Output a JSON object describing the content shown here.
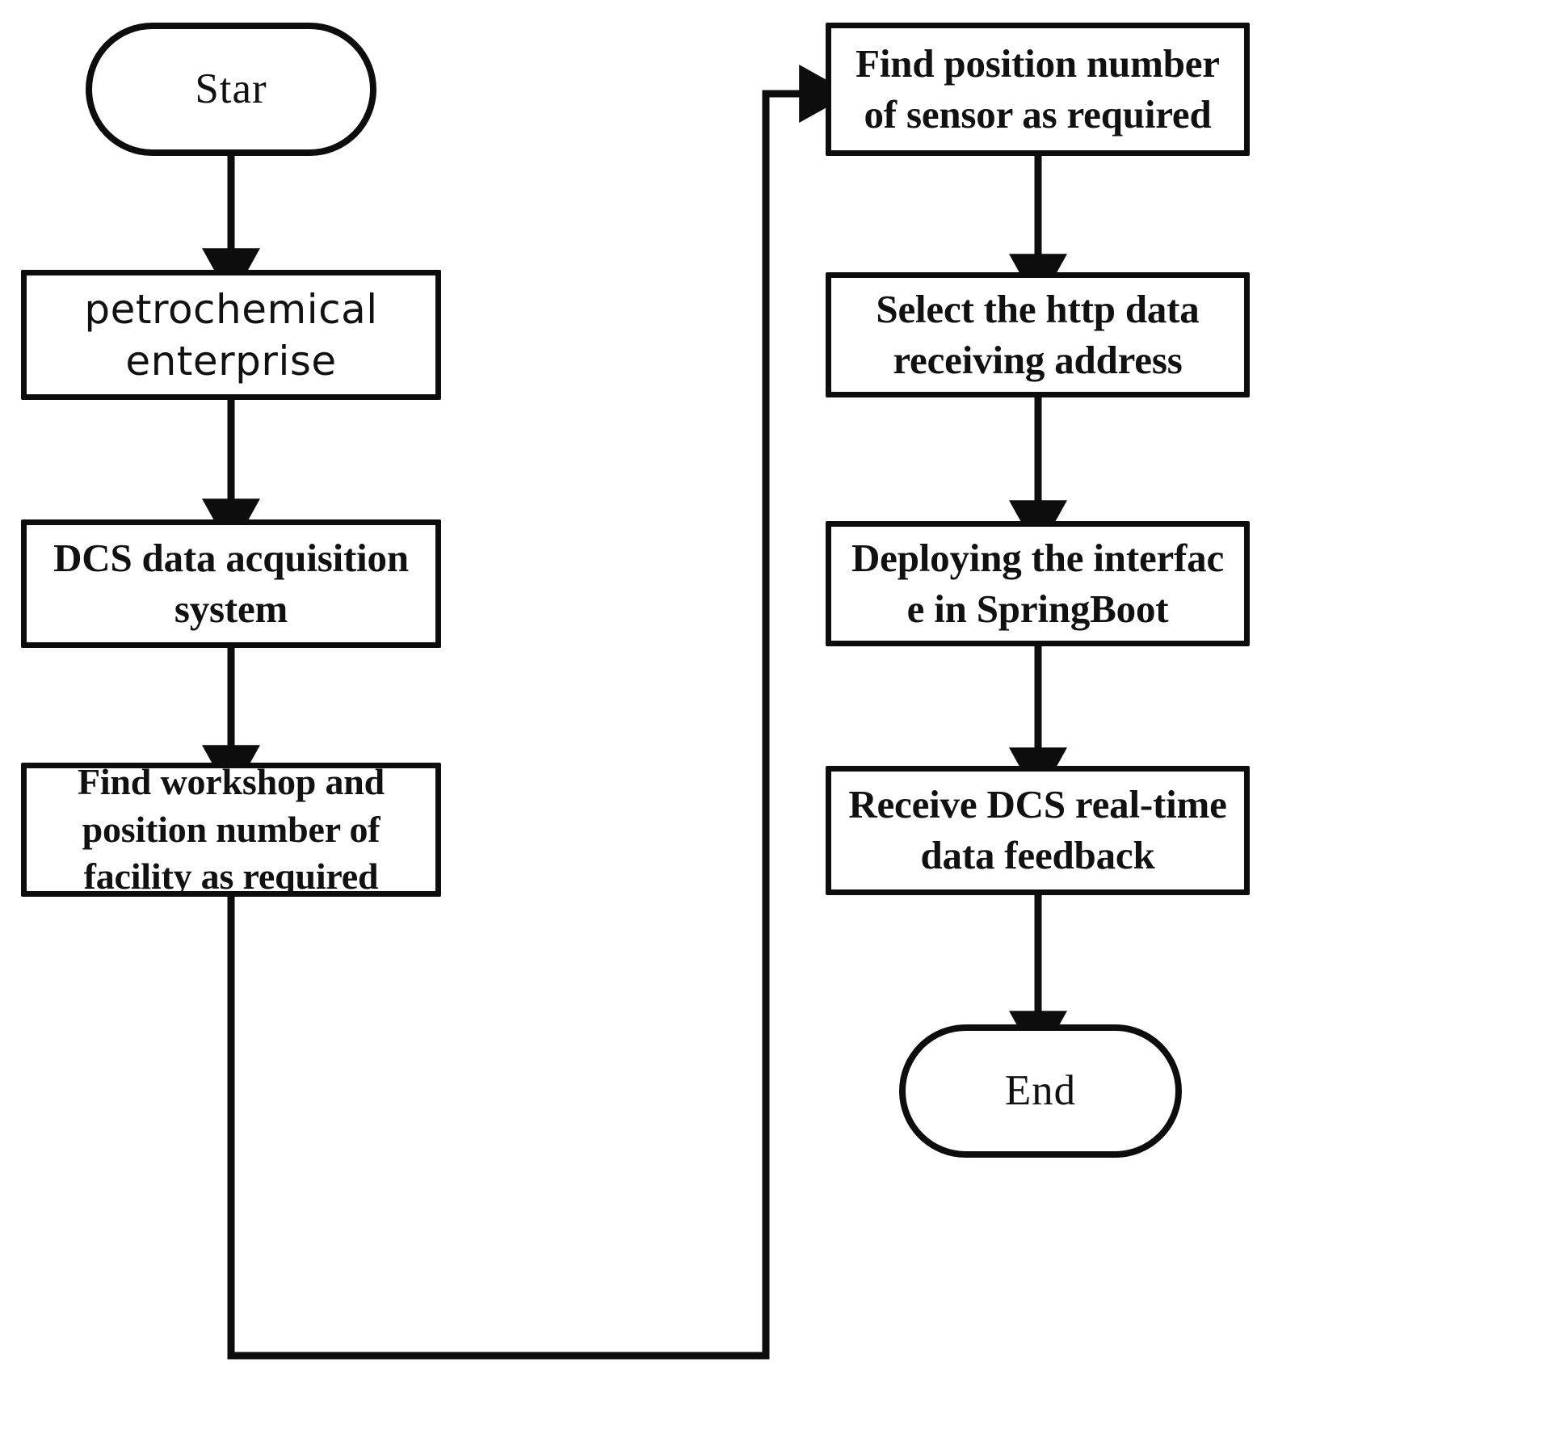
{
  "diagram": {
    "title": "DCS real-time data acquisition flowchart",
    "type": "flowchart",
    "background_color": "#ffffff",
    "line_color": "#0d0d0d",
    "text_color": "#111111"
  },
  "nodes": {
    "start": {
      "label": "Star",
      "shape": "terminator",
      "column": "left"
    },
    "petrochemical": {
      "label": "petrochemical\nenterprise",
      "shape": "process",
      "column": "left"
    },
    "dcs_system": {
      "label": "DCS data acquisition\nsystem",
      "shape": "process",
      "column": "left"
    },
    "find_workshop": {
      "label": "Find workshop and\nposition number of\nfacility as required",
      "shape": "process",
      "column": "left"
    },
    "find_sensor": {
      "label": "Find position number\nof sensor as required",
      "shape": "process",
      "column": "right"
    },
    "select_http": {
      "label": "Select the http data\nreceiving address",
      "shape": "process",
      "column": "right"
    },
    "deploy_springboot": {
      "label": "Deploying the interfac\ne in SpringBoot",
      "shape": "process",
      "column": "right"
    },
    "receive_feedback": {
      "label": "Receive DCS real-time\ndata feedback",
      "shape": "process",
      "column": "right"
    },
    "end": {
      "label": "End",
      "shape": "terminator",
      "column": "right"
    }
  },
  "edges": [
    {
      "from": "start",
      "to": "petrochemical",
      "style": "straight-down",
      "arrow": true
    },
    {
      "from": "petrochemical",
      "to": "dcs_system",
      "style": "straight-down",
      "arrow": true
    },
    {
      "from": "dcs_system",
      "to": "find_workshop",
      "style": "straight-down",
      "arrow": true
    },
    {
      "from": "find_workshop",
      "to": "find_sensor",
      "style": "orthogonal-down-right-up",
      "arrow": true
    },
    {
      "from": "find_sensor",
      "to": "select_http",
      "style": "straight-down",
      "arrow": true
    },
    {
      "from": "select_http",
      "to": "deploy_springboot",
      "style": "straight-down",
      "arrow": true
    },
    {
      "from": "deploy_springboot",
      "to": "receive_feedback",
      "style": "straight-down",
      "arrow": true
    },
    {
      "from": "receive_feedback",
      "to": "end",
      "style": "straight-down",
      "arrow": true
    }
  ]
}
